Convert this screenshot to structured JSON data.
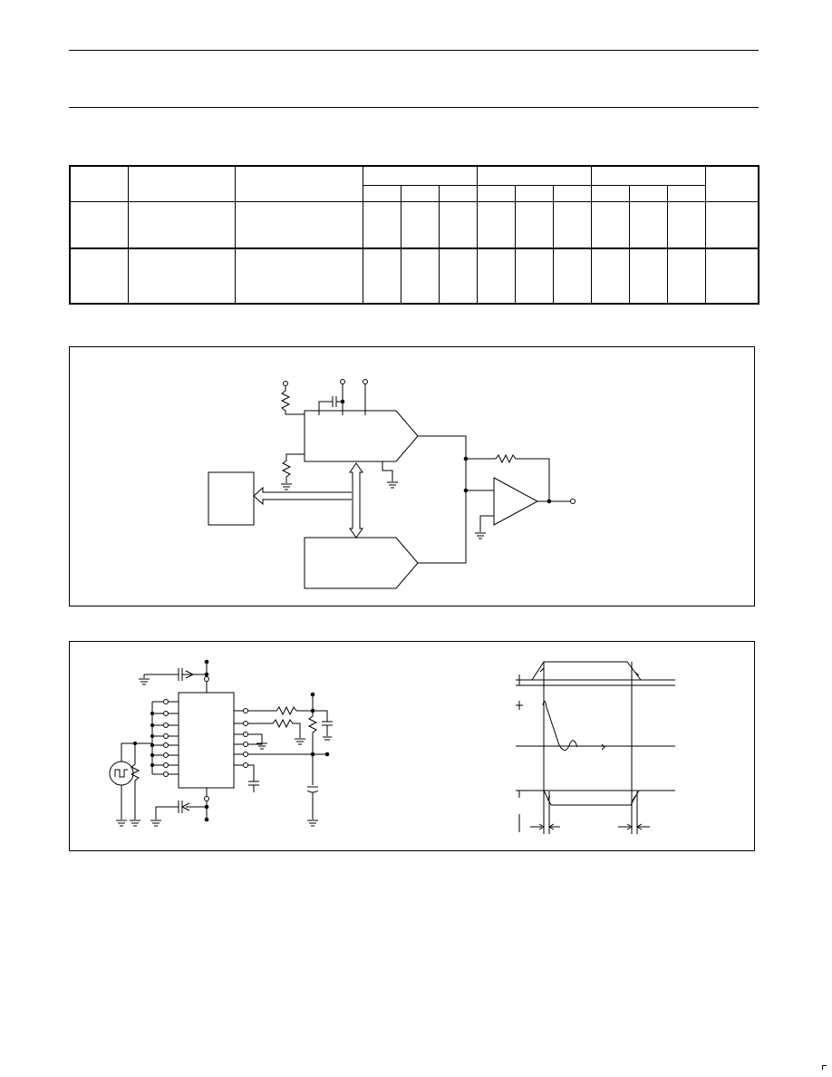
{
  "page": {
    "background": "#ffffff",
    "ink": "#000000"
  },
  "spec_table": {
    "columns": 13,
    "group_headers": [
      "",
      "",
      ""
    ],
    "sub_headers": [
      "",
      "",
      "",
      "",
      "",
      "",
      "",
      "",
      ""
    ],
    "rows": [
      [
        "",
        "",
        "",
        "",
        "",
        "",
        "",
        "",
        "",
        "",
        "",
        "",
        ""
      ],
      [
        "",
        "",
        "",
        "",
        "",
        "",
        "",
        "",
        "",
        "",
        "",
        "",
        ""
      ]
    ]
  },
  "figures": [
    {
      "id": "application-circuit"
    },
    {
      "id": "test-circuit"
    },
    {
      "id": "timing-waveform"
    }
  ]
}
